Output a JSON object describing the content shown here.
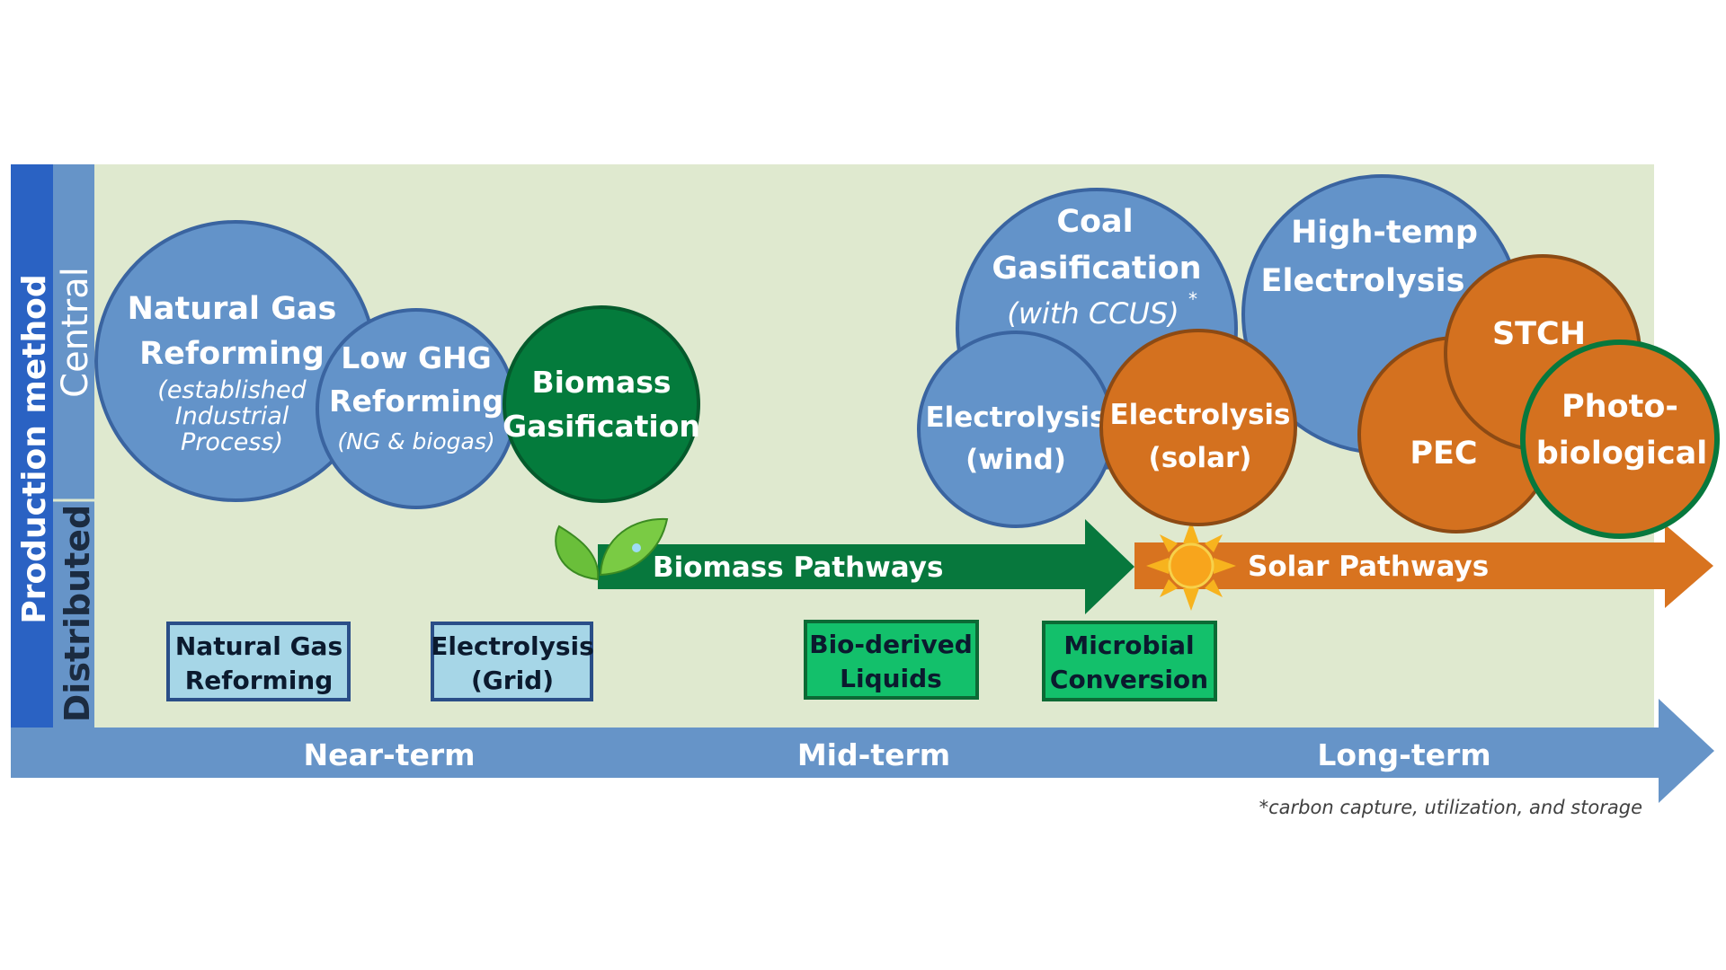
{
  "axis": {
    "y_title": "Production method",
    "central": "Central",
    "distributed": "Distributed",
    "near": "Near-term",
    "mid": "Mid-term",
    "long": "Long-term"
  },
  "circles": {
    "ng_reforming": {
      "line1": "Natural Gas",
      "line2": "Reforming",
      "sub1": "(established",
      "sub2": "Industrial",
      "sub3": "Process)"
    },
    "low_ghg": {
      "line1": "Low GHG",
      "line2": "Reforming",
      "sub": "(NG & biogas)"
    },
    "biomass_gas": {
      "line1": "Biomass",
      "line2": "Gasification"
    },
    "coal_gas": {
      "line1": "Coal",
      "line2": "Gasification",
      "sub": "(with CCUS)",
      "sup": "*"
    },
    "electro_wind": {
      "line1": "Electrolysis",
      "line2": "(wind)"
    },
    "electro_solar": {
      "line1": "Electrolysis",
      "line2": "(solar)"
    },
    "high_temp": {
      "line1": "High-temp",
      "line2": "Electrolysis"
    },
    "stch": {
      "line1": "STCH"
    },
    "pec": {
      "line1": "PEC"
    },
    "photo_bio": {
      "line1": "Photo-",
      "line2": "biological"
    }
  },
  "arrows": {
    "biomass": "Biomass Pathways",
    "solar": "Solar Pathways"
  },
  "boxes": {
    "ng": {
      "line1": "Natural Gas",
      "line2": "Reforming"
    },
    "electro_grid": {
      "line1": "Electrolysis",
      "line2": "(Grid)"
    },
    "bio_liquids": {
      "line1": "Bio-derived",
      "line2": "Liquids"
    },
    "microbial": {
      "line1": "Microbial",
      "line2": "Conversion"
    }
  },
  "footnote": "*carbon capture, utilization, and storage",
  "colors": {
    "background_panel": "#dfe9cf",
    "axis_dark_blue": "#2a62c3",
    "axis_light_blue": "#6694c8",
    "time_arrow": "#6694c8",
    "circle_blue": "#6393c9",
    "circle_blue_stroke": "#3a64a0",
    "circle_green": "#047b3c",
    "circle_green_stroke": "#055a2c",
    "circle_orange": "#d4711f",
    "circle_orange_stroke": "#8c4a14",
    "biomass_arrow": "#07783d",
    "solar_arrow": "#d8731f",
    "box_blue_fill": "#a6d6e7",
    "box_blue_stroke": "#2a4e88",
    "box_green_fill": "#13c06b",
    "box_green_stroke": "#0c6a35"
  }
}
